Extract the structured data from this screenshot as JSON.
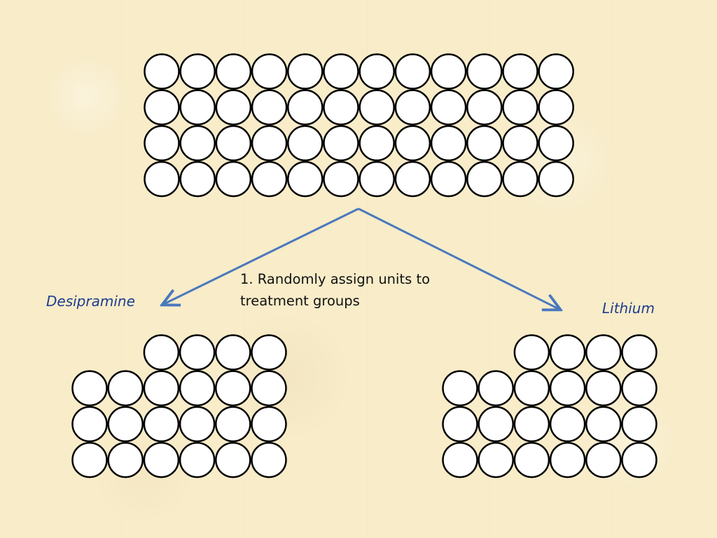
{
  "step": {
    "line1": "1. Randomly assign units to",
    "line2": "treatment groups"
  },
  "groups": {
    "left_label": "Desipramine",
    "right_label": "Lithium"
  },
  "units": {
    "population_rows": 4,
    "population_cols": 12,
    "group_left_rows": [
      4,
      6,
      6,
      6
    ],
    "group_right_rows": [
      4,
      6,
      6,
      6
    ]
  },
  "colors": {
    "arrow": "#4a78bd",
    "label": "#1f3c8f",
    "circle_fill": "#ffffff",
    "circle_stroke": "#000000"
  }
}
